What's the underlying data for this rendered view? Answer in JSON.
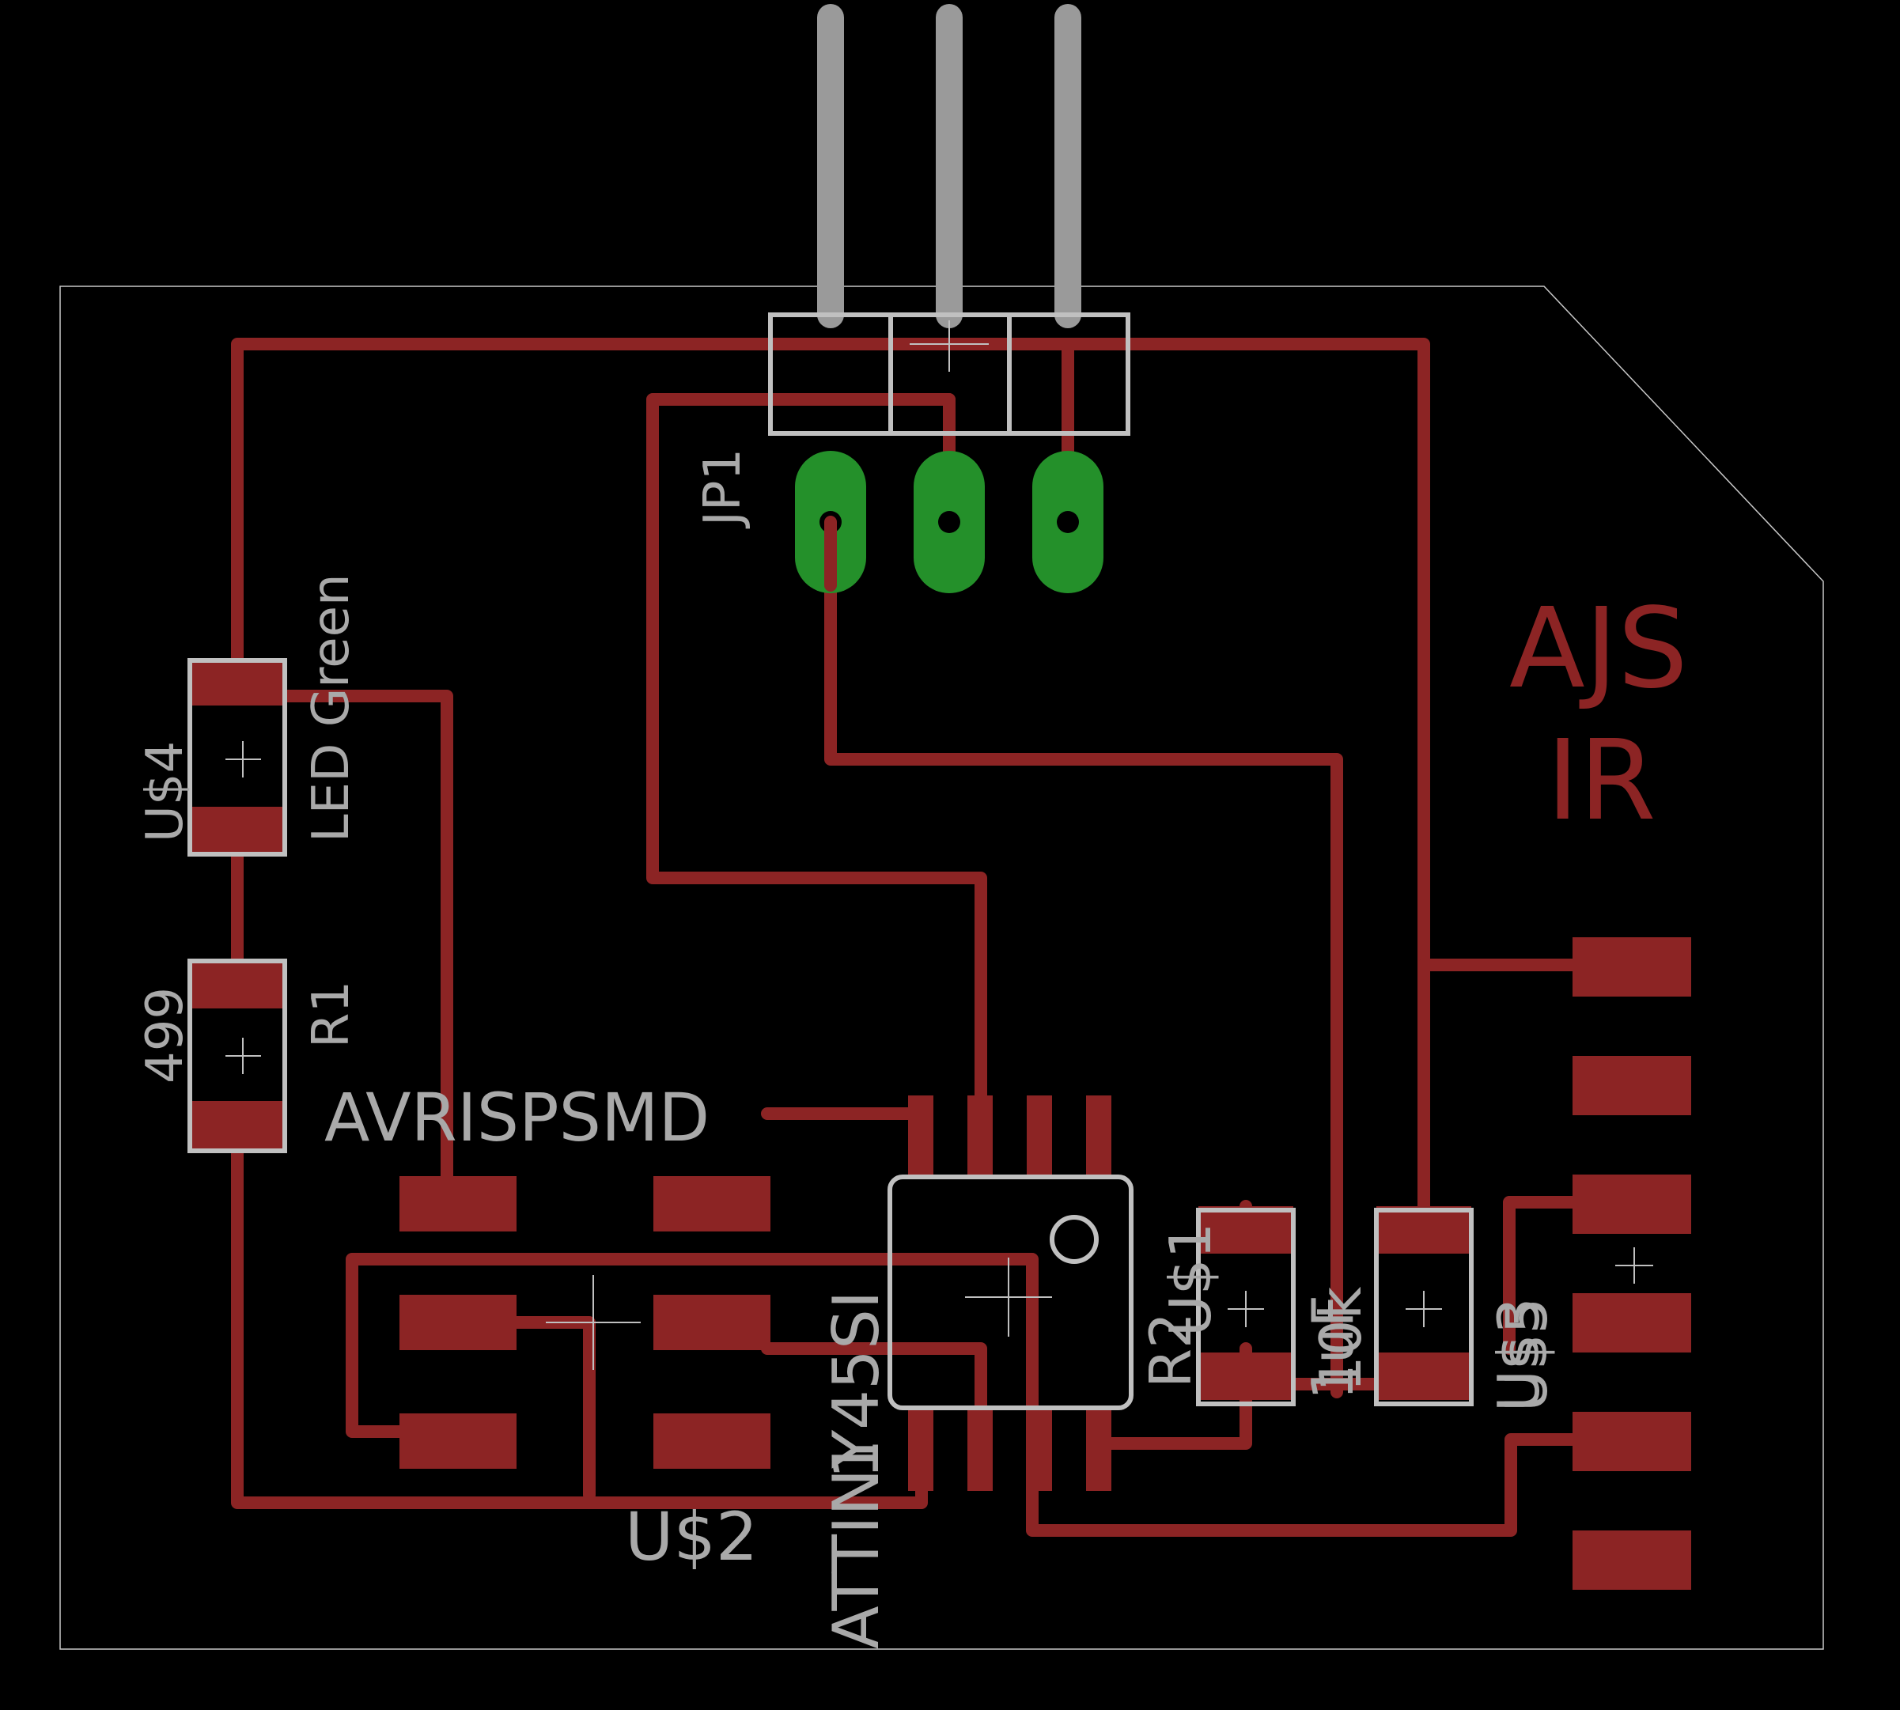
{
  "labels": {
    "jp1": "JP1",
    "us4_ref": "U$4",
    "us4_value": "LED Green",
    "r1_value": "499",
    "r1_ref": "R1",
    "avrisp": "AVRISPSMD",
    "attiny_ref": "1",
    "attiny_value": "ATTINY45SI",
    "us2": "U$2",
    "r2_ref": "R2",
    "us1_ref": "U$1",
    "cap_value": "1uF",
    "r2_value": "10k",
    "us3_ref": "U$3",
    "us3_value": "U$5",
    "board_title_line1": "AJS",
    "board_title_line2": "IR"
  },
  "colors": {
    "copper": "#8c2424",
    "silkscreen": "#c0c0c0",
    "via": "#24902a",
    "pin_metal": "#9a9a9a",
    "background": "#000000"
  }
}
